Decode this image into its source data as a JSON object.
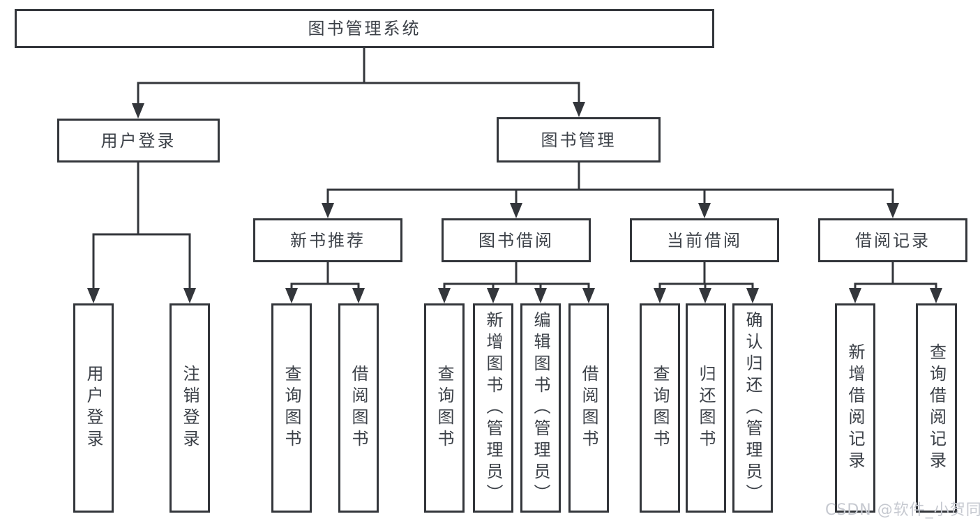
{
  "diagram": {
    "title": "图书管理系统",
    "type": "functional-structure-tree",
    "colors": {
      "line": "#33363b",
      "box_border": "#33363b",
      "text": "#3c4148",
      "background": "#ffffff",
      "watermark_text_color": "#c6c9d0"
    },
    "tree": {
      "root": "图书管理系统",
      "children": [
        {
          "label": "用户登录",
          "children": [
            "用户登录",
            "注销登录"
          ]
        },
        {
          "label": "图书管理",
          "children": [
            {
              "label": "新书推荐",
              "children": [
                "查询图书",
                "借阅图书"
              ]
            },
            {
              "label": "图书借阅",
              "children": [
                "查询图书",
                "新增图书（管理员）",
                "编辑图书（管理员）",
                "借阅图书"
              ]
            },
            {
              "label": "当前借阅",
              "children": [
                "查询图书",
                "归还图书",
                "确认归还（管理员）"
              ]
            },
            {
              "label": "借阅记录",
              "children": [
                "新增借阅记录",
                "查询借阅记录"
              ]
            }
          ]
        }
      ]
    },
    "watermark": "CSDN @软件_小贺同学"
  }
}
